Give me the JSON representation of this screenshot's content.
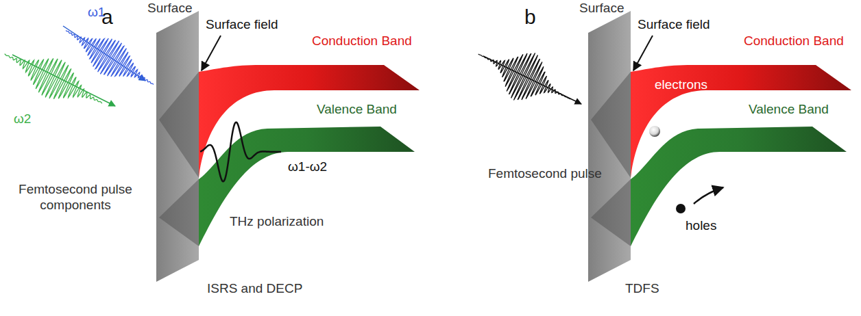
{
  "diagram": {
    "labels": [
      "a",
      "Surface",
      "Surface field",
      "ω1",
      "ω2",
      "Femtosecond pulse components",
      "Conduction Band",
      "Valence Band",
      "ω1-ω2",
      "THz polarization",
      "ISRS and DECP",
      "b",
      "Surface",
      "Surface field",
      "Conduction Band",
      "Valence Band",
      "electrons",
      "holes",
      "Femtosecond pulse",
      "TDFS"
    ]
  }
}
